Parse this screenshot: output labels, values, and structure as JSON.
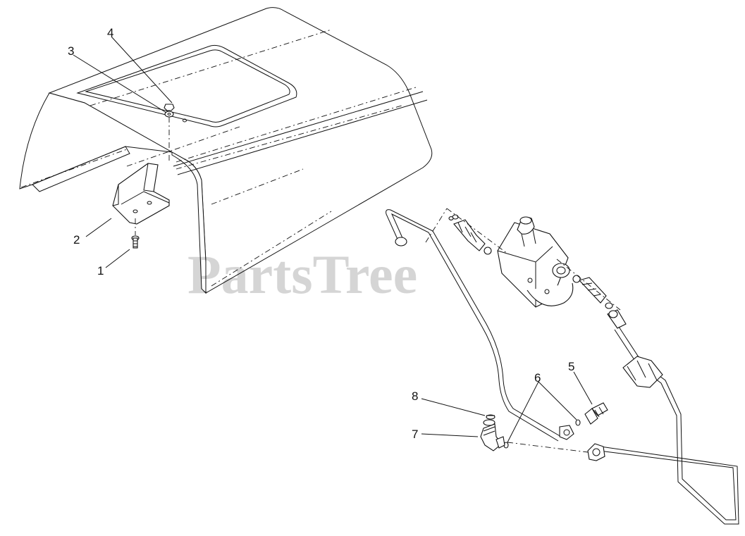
{
  "watermark": {
    "text": "PartsTree"
  },
  "callouts": [
    {
      "id": "1",
      "label": "1"
    },
    {
      "id": "2",
      "label": "2"
    },
    {
      "id": "3",
      "label": "3"
    },
    {
      "id": "4",
      "label": "4"
    },
    {
      "id": "5",
      "label": "5"
    },
    {
      "id": "6",
      "label": "6"
    },
    {
      "id": "7",
      "label": "7"
    },
    {
      "id": "8",
      "label": "8"
    }
  ]
}
